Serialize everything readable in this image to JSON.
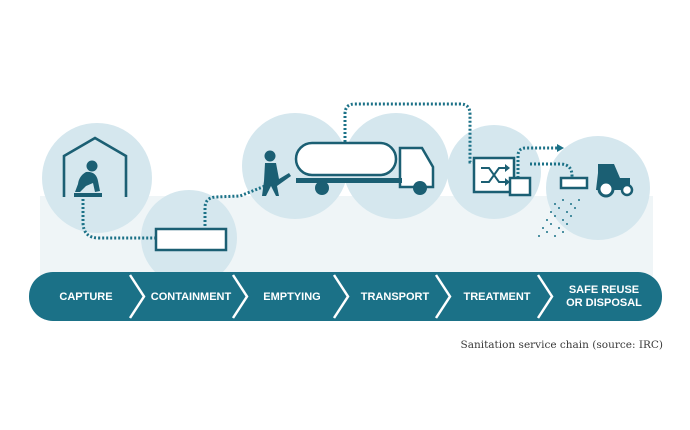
{
  "diagram": {
    "stages": [
      {
        "id": "capture",
        "lines": [
          "CAPTURE"
        ]
      },
      {
        "id": "containment",
        "lines": [
          "CONTAINMENT"
        ]
      },
      {
        "id": "emptying",
        "lines": [
          "EMPTYING"
        ]
      },
      {
        "id": "transport",
        "lines": [
          "TRANSPORT"
        ]
      },
      {
        "id": "treatment",
        "lines": [
          "TREATMENT"
        ]
      },
      {
        "id": "safe-reuse",
        "lines": [
          "SAFE REUSE",
          "OR DISPOSAL"
        ]
      }
    ],
    "icons": [
      "house-person-icon",
      "containment-tank-icon",
      "worker-hose-icon",
      "tanker-truck-icon",
      "treatment-plant-icon",
      "tractor-trailer-icon"
    ]
  },
  "caption": "Sanitation service chain (source: IRC)",
  "colors": {
    "primary": "#1b7187",
    "circle": "#d5e7ee",
    "ground": "#eff5f7",
    "icon": "#1b5f73"
  }
}
